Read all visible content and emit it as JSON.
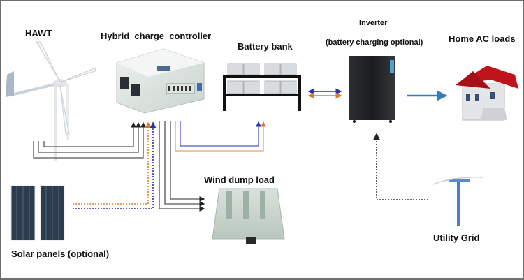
{
  "diagram": {
    "title": "Hybrid wind-solar power system",
    "components": {
      "hawt": {
        "label": "HAWT"
      },
      "controller": {
        "label": "Hybrid  charge  controller"
      },
      "battery": {
        "label": "Battery bank"
      },
      "inverter": {
        "label": "Inverter",
        "sublabel": "(battery charging optional)"
      },
      "home": {
        "label": "Home AC loads"
      },
      "dump": {
        "label": "Wind dump load"
      },
      "solar": {
        "label": "Solar panels (optional)"
      },
      "grid": {
        "label": "Utility Grid"
      }
    },
    "connections": [
      {
        "from": "HAWT",
        "to": "Hybrid charge controller",
        "wires": 3,
        "style": "solid",
        "color": "#555555"
      },
      {
        "from": "Solar panels",
        "to": "Hybrid charge controller",
        "wires": 2,
        "style": "dotted",
        "colors": [
          "#e07b2a",
          "#2f2fb0"
        ]
      },
      {
        "from": "Hybrid charge controller",
        "to": "Battery bank",
        "wires": 2,
        "style": "solid",
        "colors": [
          "#5555c0",
          "#e8a070"
        ]
      },
      {
        "from": "Hybrid charge controller",
        "to": "Wind dump load",
        "wires": 3,
        "style": "solid",
        "color": "#555555"
      },
      {
        "from": "Battery bank",
        "to": "Inverter",
        "wires": 2,
        "style": "bidirectional",
        "colors": [
          "#2f2fb0",
          "#e07b2a"
        ]
      },
      {
        "from": "Inverter",
        "to": "Home AC loads",
        "wires": 1,
        "style": "solid",
        "color": "#2f7fc0"
      },
      {
        "from": "Utility Grid",
        "to": "Inverter",
        "wires": 1,
        "style": "dotted",
        "color": "#333333"
      }
    ],
    "colors": {
      "frame": "#6e6e6e",
      "wire_dark": "#555555",
      "orange": "#e07b2a",
      "blue": "#2f2fb0",
      "ac_blue": "#2f7fc0",
      "roof": "#c0141c"
    }
  }
}
